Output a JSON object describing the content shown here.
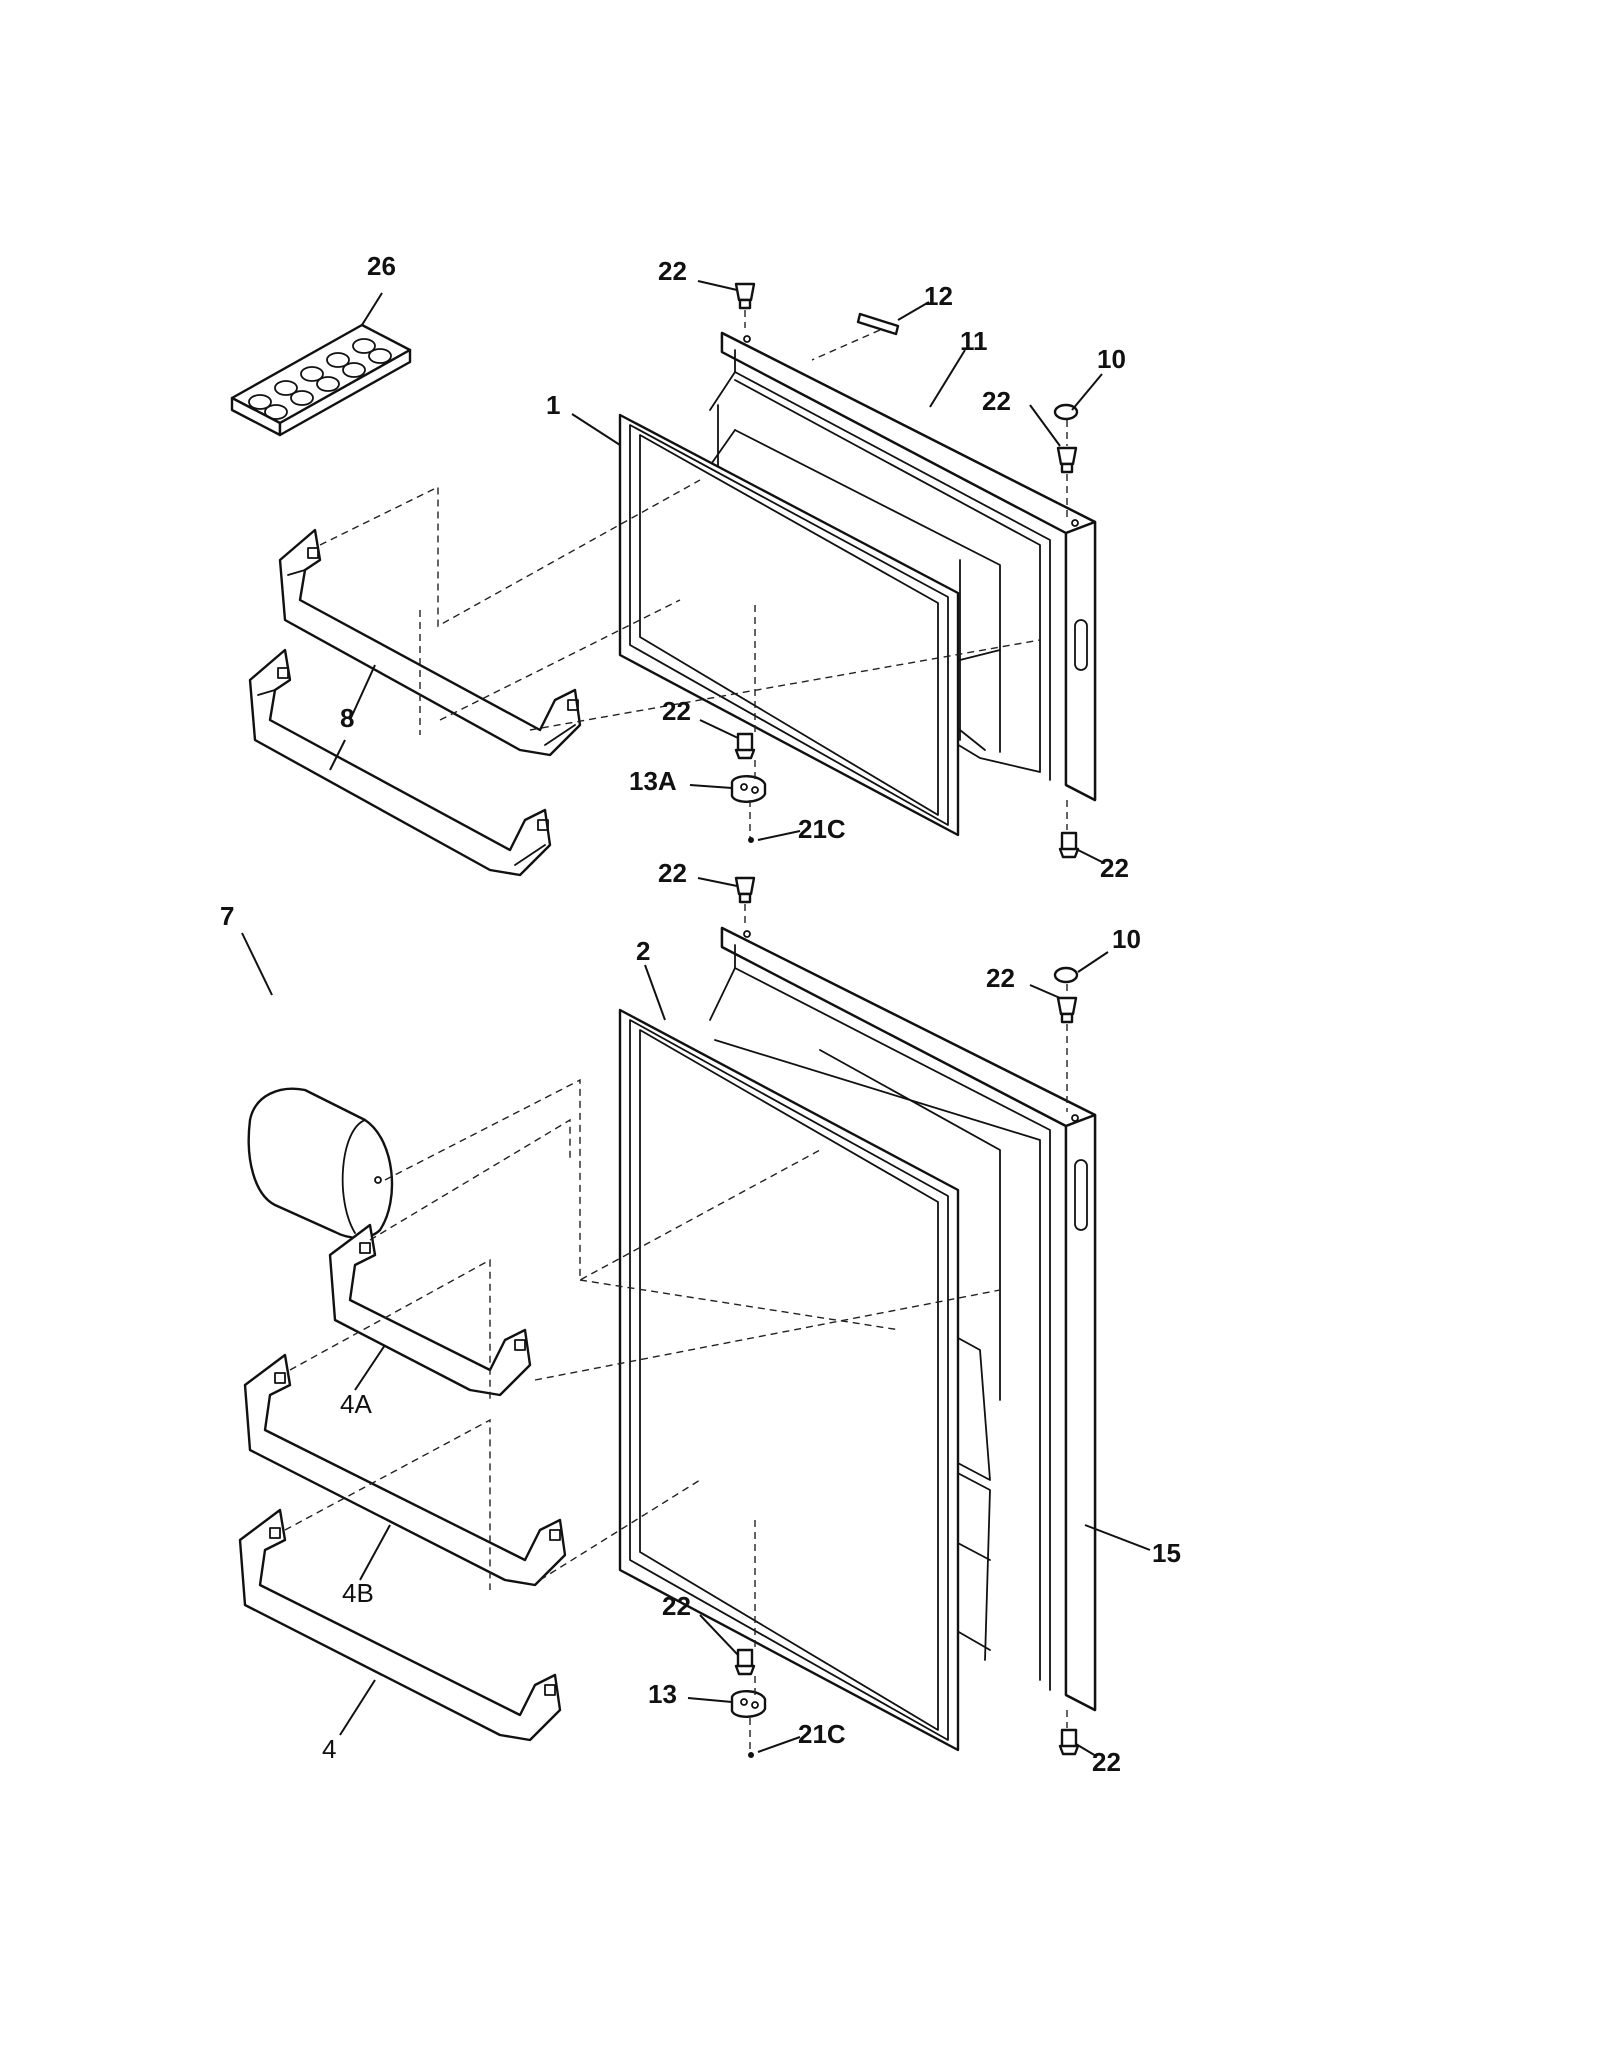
{
  "labels": {
    "l26": "26",
    "l22": "22",
    "l12": "12",
    "l11": "11",
    "l10": "10",
    "l1": "1",
    "l8": "8",
    "l13a": "13A",
    "l21c": "21C",
    "l7": "7",
    "l2": "2",
    "l4a": "4A",
    "l4b": "4B",
    "l4": "4",
    "l13": "13",
    "l15": "15"
  }
}
